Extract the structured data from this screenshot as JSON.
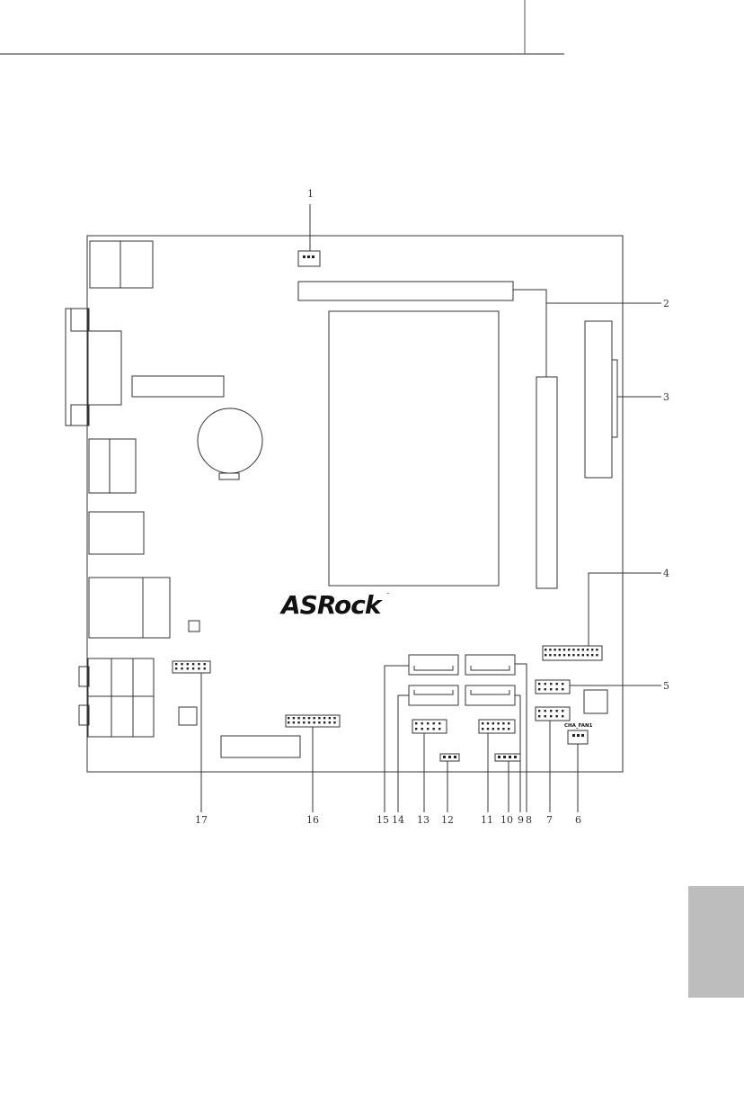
{
  "brand": "ASRock",
  "trademark": "™",
  "fan_label": "CHA_FAN1",
  "callouts": [
    "1",
    "2",
    "3",
    "4",
    "5",
    "6",
    "7",
    "8",
    "9",
    "10",
    "11",
    "12",
    "13",
    "14",
    "15",
    "16",
    "17"
  ],
  "colors": {
    "line": "#333333",
    "tab": "#bdbdbd",
    "background": "#ffffff"
  }
}
